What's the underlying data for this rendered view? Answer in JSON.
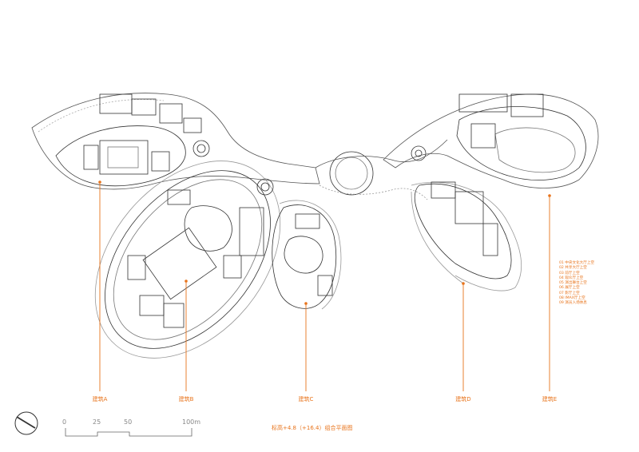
{
  "buildings": [
    {
      "label": "建筑A"
    },
    {
      "label": "建筑B"
    },
    {
      "label": "建筑C"
    },
    {
      "label": "建筑D"
    },
    {
      "label": "建筑E"
    }
  ],
  "title": "标高+4.8（+16.4）组合平面图",
  "scale": {
    "ticks": [
      "0",
      "25",
      "50",
      "100m"
    ]
  },
  "legend": [
    "01 中央文化大厅上空",
    "02 共享大厅上空",
    "03 前厅上空",
    "04 观众厅上空",
    "05 演出舞台上空",
    "06 展厅上空",
    "07 影厅上空",
    "08 IMAX厅上空",
    "09 演员入场休息"
  ],
  "colors": {
    "accent": "#e8741c",
    "line": "#333333",
    "light": "#9a9a9a"
  },
  "icons": [
    "north-arrow-icon"
  ]
}
